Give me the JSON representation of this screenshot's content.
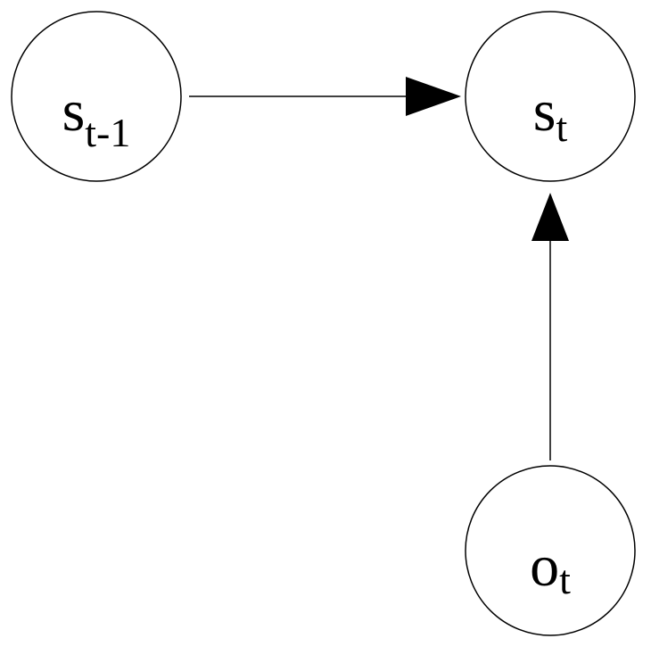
{
  "nodes": {
    "s_prev": {
      "main": "s",
      "sub": "t-1"
    },
    "s_curr": {
      "main": "s",
      "sub": "t"
    },
    "o_curr": {
      "main": "o",
      "sub": "t"
    }
  },
  "edges": [
    {
      "from": "s_prev",
      "to": "s_curr"
    },
    {
      "from": "o_curr",
      "to": "s_curr"
    }
  ]
}
